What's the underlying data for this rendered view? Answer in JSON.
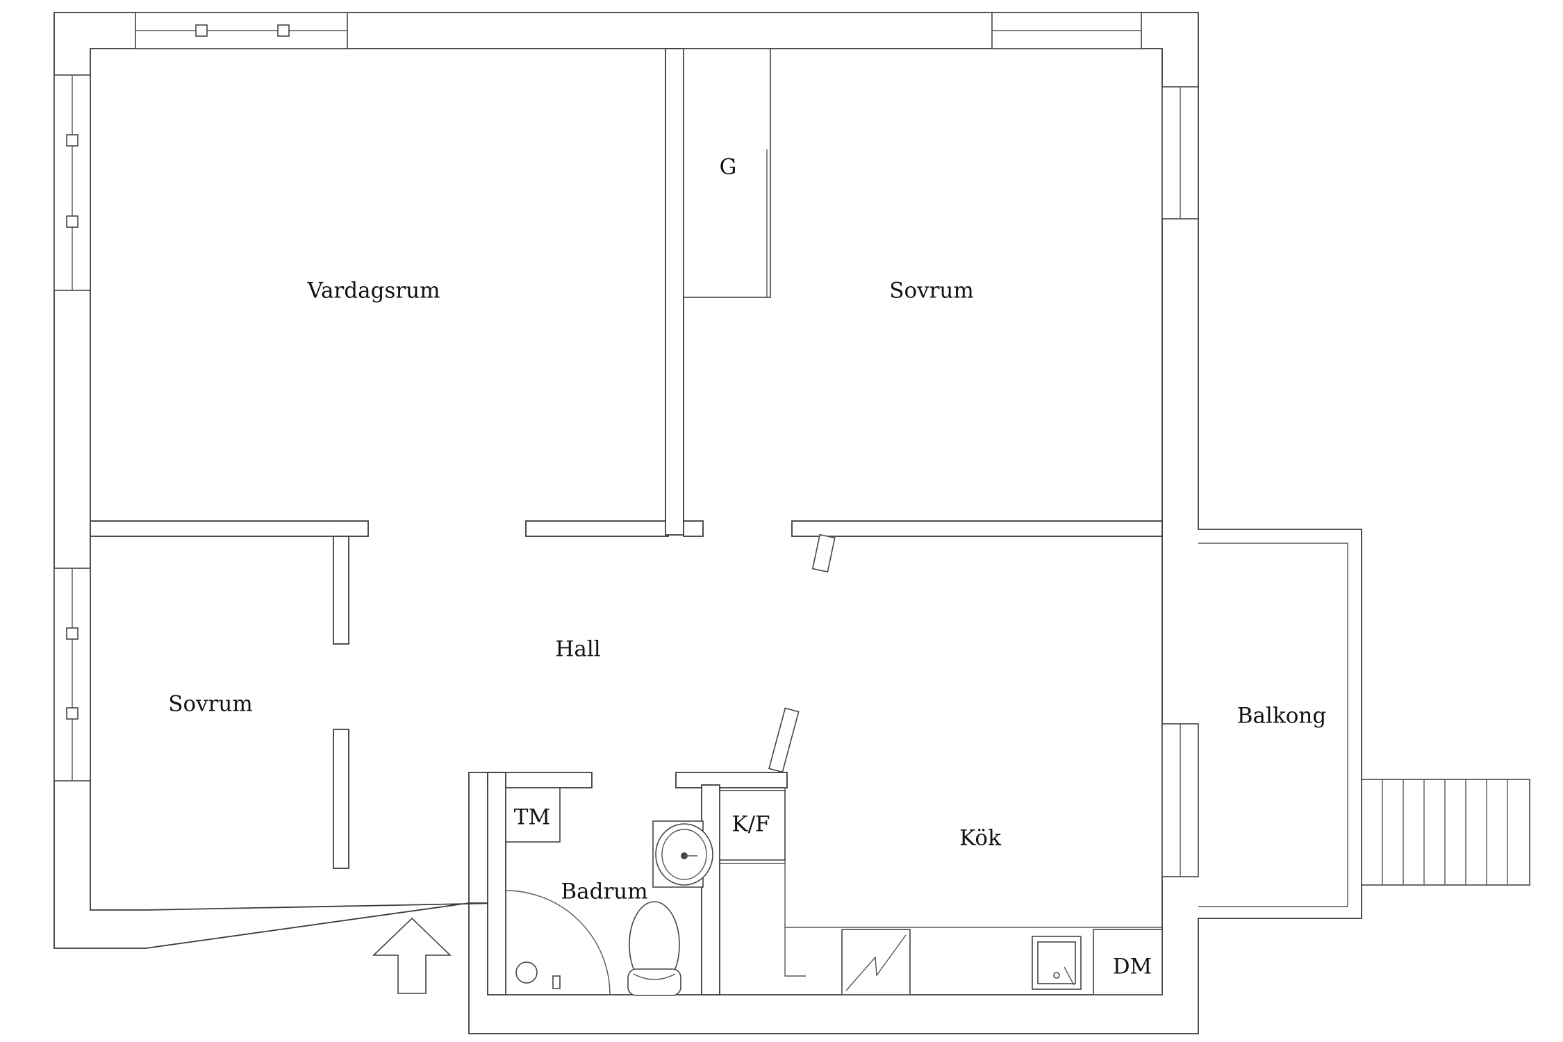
{
  "rooms": {
    "vardagsrum": "Vardagsrum",
    "sovrum_1": "Sovrum",
    "sovrum_2": "Sovrum",
    "hall": "Hall",
    "kok": "Kök",
    "badrum": "Badrum",
    "balkong": "Balkong",
    "garderob": "G",
    "tvattmaskin": "TM",
    "kyl_frys": "K/F",
    "diskmaskin": "DM"
  },
  "icons": {
    "entrance": "entrance-arrow-icon",
    "toilet": "toilet-icon",
    "washbasin": "washbasin-icon",
    "kitchen_sink": "kitchen-sink-icon",
    "stove": "stove-icon",
    "shower": "shower-icon"
  },
  "colors": {
    "wall_stroke": "#3a3a3a",
    "background": "#ffffff",
    "label": "#111111"
  }
}
